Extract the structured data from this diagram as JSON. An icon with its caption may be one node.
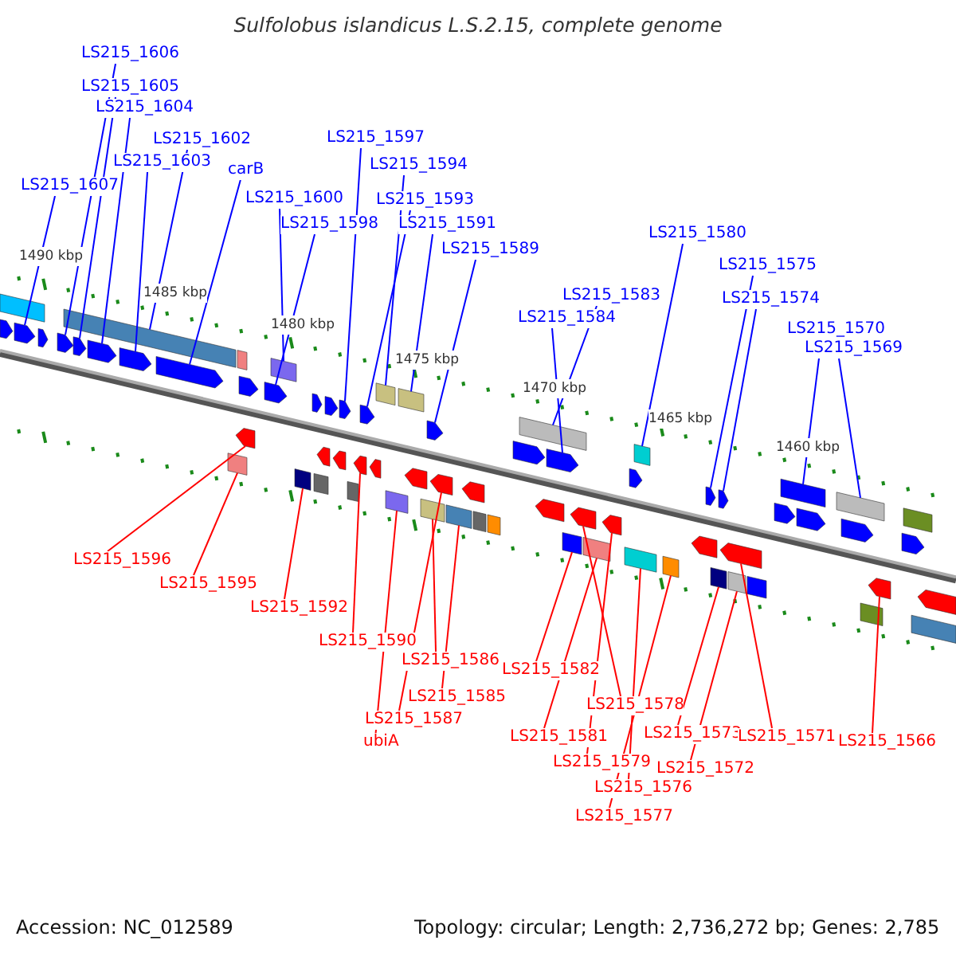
{
  "diagram": {
    "title": "Sulfolobus islandicus L.S.2.15, complete genome",
    "nodes": [
      {
        "text": [
          "LS215_1607"
        ]
      },
      {
        "text": [],
        "shape": "arrow"
      },
      {
        "text": [
          "LS215_1606"
        ]
      },
      {
        "text": [],
        "shape": "arrow"
      },
      {
        "text": [
          "LS215_1605"
        ]
      },
      {
        "text": [],
        "shape": "arrow"
      },
      {
        "text": [
          "LS215_1604"
        ]
      },
      {
        "text": [],
        "shape": "arrow"
      },
      {
        "text": [
          "LS215_1603"
        ]
      },
      {
        "text": [],
        "shape": "arrow"
      },
      {
        "text": [
          "LS215_1602"
        ]
      },
      {
        "text": [],
        "shape": "box"
      },
      {
        "text": [
          "carB"
        ]
      },
      {
        "text": [],
        "shape": "arrow"
      },
      {
        "text": [
          "LS215_1600"
        ]
      },
      {
        "text": [],
        "shape": "box"
      },
      {
        "text": [
          "LS215_1598"
        ]
      },
      {
        "text": [],
        "shape": "arrow"
      },
      {
        "text": [
          "LS215_1597"
        ]
      },
      {
        "text": [],
        "shape": "arrow"
      },
      {
        "text": [
          "LS215_1594"
        ]
      },
      {
        "text": [],
        "shape": "box"
      },
      {
        "text": [
          "LS215_1593"
        ]
      },
      {
        "text": [],
        "shape": "arrow"
      },
      {
        "text": [
          "LS215_1591"
        ]
      },
      {
        "text": [],
        "shape": "box"
      },
      {
        "text": [
          "LS215_1589"
        ]
      },
      {
        "text": [],
        "shape": "arrow"
      },
      {
        "text": [
          "LS215_1584"
        ]
      },
      {
        "text": [],
        "shape": "arrow"
      },
      {
        "text": [
          "LS215_1583"
        ]
      },
      {
        "text": [],
        "shape": "box"
      },
      {
        "text": [
          "LS215_1580"
        ]
      },
      {
        "text": [],
        "shape": "box"
      },
      {
        "text": [
          "LS215_1575"
        ]
      },
      {
        "text": [],
        "shape": "arrow"
      },
      {
        "text": [
          "LS215_1574"
        ]
      },
      {
        "text": [],
        "shape": "arrow"
      },
      {
        "text": [
          "LS215_1570"
        ]
      },
      {
        "text": [],
        "shape": "box"
      },
      {
        "text": [
          "LS215_1569"
        ]
      },
      {
        "text": [],
        "shape": "box"
      },
      {
        "text": [
          "LS215_1596"
        ]
      },
      {
        "text": [],
        "shape": "arrow"
      },
      {
        "text": [
          "LS215_1595"
        ]
      },
      {
        "text": [],
        "shape": "box"
      },
      {
        "text": [
          "LS215_1592"
        ]
      },
      {
        "text": [],
        "shape": "box"
      },
      {
        "text": [
          "LS215_1590"
        ]
      },
      {
        "text": [],
        "shape": "arrow"
      },
      {
        "text": [
          "LS215_1586"
        ]
      },
      {
        "text": [],
        "shape": "box"
      },
      {
        "text": [
          "LS215_1585"
        ]
      },
      {
        "text": [],
        "shape": "box"
      },
      {
        "text": [
          "LS215_1587"
        ]
      },
      {
        "text": [],
        "shape": "arrow"
      },
      {
        "text": [
          "ubiA"
        ]
      },
      {
        "text": [],
        "shape": "box"
      },
      {
        "text": [
          "LS215_1582"
        ]
      },
      {
        "text": [],
        "shape": "box"
      },
      {
        "text": [
          "LS215_1581"
        ]
      },
      {
        "text": [],
        "shape": "box"
      },
      {
        "text": [
          "LS215_1578"
        ]
      },
      {
        "text": [],
        "shape": "arrow"
      },
      {
        "text": [
          "LS215_1579"
        ]
      },
      {
        "text": [],
        "shape": "arrow"
      },
      {
        "text": [
          "LS215_1573"
        ]
      },
      {
        "text": [],
        "shape": "box"
      },
      {
        "text": [
          "LS215_1576"
        ]
      },
      {
        "text": [],
        "shape": "box"
      },
      {
        "text": [
          "LS215_1572"
        ]
      },
      {
        "text": [],
        "shape": "box"
      },
      {
        "text": [
          "LS215_1577"
        ]
      },
      {
        "text": [],
        "shape": "box"
      },
      {
        "text": [
          "LS215_1571"
        ]
      },
      {
        "text": [],
        "shape": "arrow"
      },
      {
        "text": [
          "LS215_1566"
        ]
      },
      {
        "text": [],
        "shape": "arrow"
      },
      {
        "text": [],
        "shape": "arrow"
      },
      {
        "text": [],
        "shape": "box"
      },
      {
        "text": [],
        "shape": "arrow"
      },
      {
        "text": [],
        "shape": "box"
      },
      {
        "text": [],
        "shape": "arrow"
      },
      {
        "text": [],
        "shape": "arrow"
      },
      {
        "text": [],
        "shape": "box"
      },
      {
        "text": [],
        "shape": "arrow"
      },
      {
        "text": [],
        "shape": "arrow"
      },
      {
        "text": [],
        "shape": "arrow"
      },
      {
        "text": [],
        "shape": "box"
      },
      {
        "text": [],
        "shape": "arrow"
      },
      {
        "text": [],
        "shape": "arrow"
      },
      {
        "text": [],
        "shape": "arrow"
      },
      {
        "text": [],
        "shape": "box"
      },
      {
        "text": [],
        "shape": "box"
      },
      {
        "text": [],
        "shape": "arrow"
      },
      {
        "text": [],
        "shape": "arrow"
      },
      {
        "text": [],
        "shape": "arrow"
      },
      {
        "text": [],
        "shape": "arrow"
      },
      {
        "text": [],
        "shape": "box"
      },
      {
        "text": [],
        "shape": "arrow"
      },
      {
        "text": [],
        "shape": "arrow"
      },
      {
        "text": [],
        "shape": "arrow"
      },
      {
        "text": [],
        "shape": "box"
      },
      {
        "text": [],
        "shape": "arrow"
      },
      {
        "text": [],
        "shape": "box"
      },
      {
        "text": [],
        "shape": "box"
      },
      {
        "text": [],
        "shape": "arrow"
      }
    ],
    "edges": [
      {
        "from": 0,
        "to": 1,
        "arrow": "none"
      },
      {
        "from": 2,
        "to": 3,
        "arrow": "none"
      },
      {
        "from": 4,
        "to": 5,
        "arrow": "none"
      },
      {
        "from": 6,
        "to": 7,
        "arrow": "none"
      },
      {
        "from": 8,
        "to": 9,
        "arrow": "none"
      },
      {
        "from": 10,
        "to": 11,
        "arrow": "none"
      },
      {
        "from": 12,
        "to": 13,
        "arrow": "none"
      },
      {
        "from": 14,
        "to": 15,
        "arrow": "none"
      },
      {
        "from": 16,
        "to": 17,
        "arrow": "none"
      },
      {
        "from": 18,
        "to": 19,
        "arrow": "none"
      },
      {
        "from": 20,
        "to": 21,
        "arrow": "none"
      },
      {
        "from": 22,
        "to": 23,
        "arrow": "none"
      },
      {
        "from": 24,
        "to": 25,
        "arrow": "none"
      },
      {
        "from": 26,
        "to": 27,
        "arrow": "none"
      },
      {
        "from": 28,
        "to": 29,
        "arrow": "none"
      },
      {
        "from": 30,
        "to": 31,
        "arrow": "none"
      },
      {
        "from": 32,
        "to": 33,
        "arrow": "none"
      },
      {
        "from": 34,
        "to": 35,
        "arrow": "none"
      },
      {
        "from": 36,
        "to": 37,
        "arrow": "none"
      },
      {
        "from": 38,
        "to": 39,
        "arrow": "none"
      },
      {
        "from": 40,
        "to": 41,
        "arrow": "none"
      },
      {
        "from": 42,
        "to": 43,
        "arrow": "none",
        "color": "#ff0000"
      },
      {
        "from": 44,
        "to": 45,
        "arrow": "none",
        "color": "#ff0000"
      },
      {
        "from": 46,
        "to": 47,
        "arrow": "none",
        "color": "#ff0000"
      },
      {
        "from": 48,
        "to": 49,
        "arrow": "none",
        "color": "#ff0000"
      },
      {
        "from": 50,
        "to": 51,
        "arrow": "none",
        "color": "#ff0000"
      },
      {
        "from": 52,
        "to": 53,
        "arrow": "none",
        "color": "#ff0000"
      },
      {
        "from": 54,
        "to": 55,
        "arrow": "none",
        "color": "#ff0000"
      },
      {
        "from": 56,
        "to": 57,
        "arrow": "none",
        "color": "#ff0000"
      },
      {
        "from": 58,
        "to": 59,
        "arrow": "none",
        "color": "#ff0000"
      },
      {
        "from": 60,
        "to": 61,
        "arrow": "none",
        "color": "#ff0000"
      },
      {
        "from": 62,
        "to": 63,
        "arrow": "none",
        "color": "#ff0000"
      },
      {
        "from": 64,
        "to": 65,
        "arrow": "none",
        "color": "#ff0000"
      },
      {
        "from": 66,
        "to": 67,
        "arrow": "none",
        "color": "#ff0000"
      },
      {
        "from": 68,
        "to": 69,
        "arrow": "none",
        "color": "#ff0000"
      },
      {
        "from": 70,
        "to": 71,
        "arrow": "none",
        "color": "#ff0000"
      },
      {
        "from": 72,
        "to": 73,
        "arrow": "none",
        "color": "#ff0000"
      },
      {
        "from": 74,
        "to": 75,
        "arrow": "none",
        "color": "#ff0000"
      },
      {
        "from": 76,
        "to": 77,
        "arrow": "none",
        "color": "#ff0000"
      }
    ],
    "labels": [
      "1490 kbp",
      "1485 kbp",
      "1480 kbp",
      "1475 kbp",
      "1470 kbp",
      "1465 kbp",
      "1460 kbp",
      "Accession: NC_012589",
      "Topology: circular; Length: 2,736,272 bp; Genes: 2,785"
    ]
  }
}
